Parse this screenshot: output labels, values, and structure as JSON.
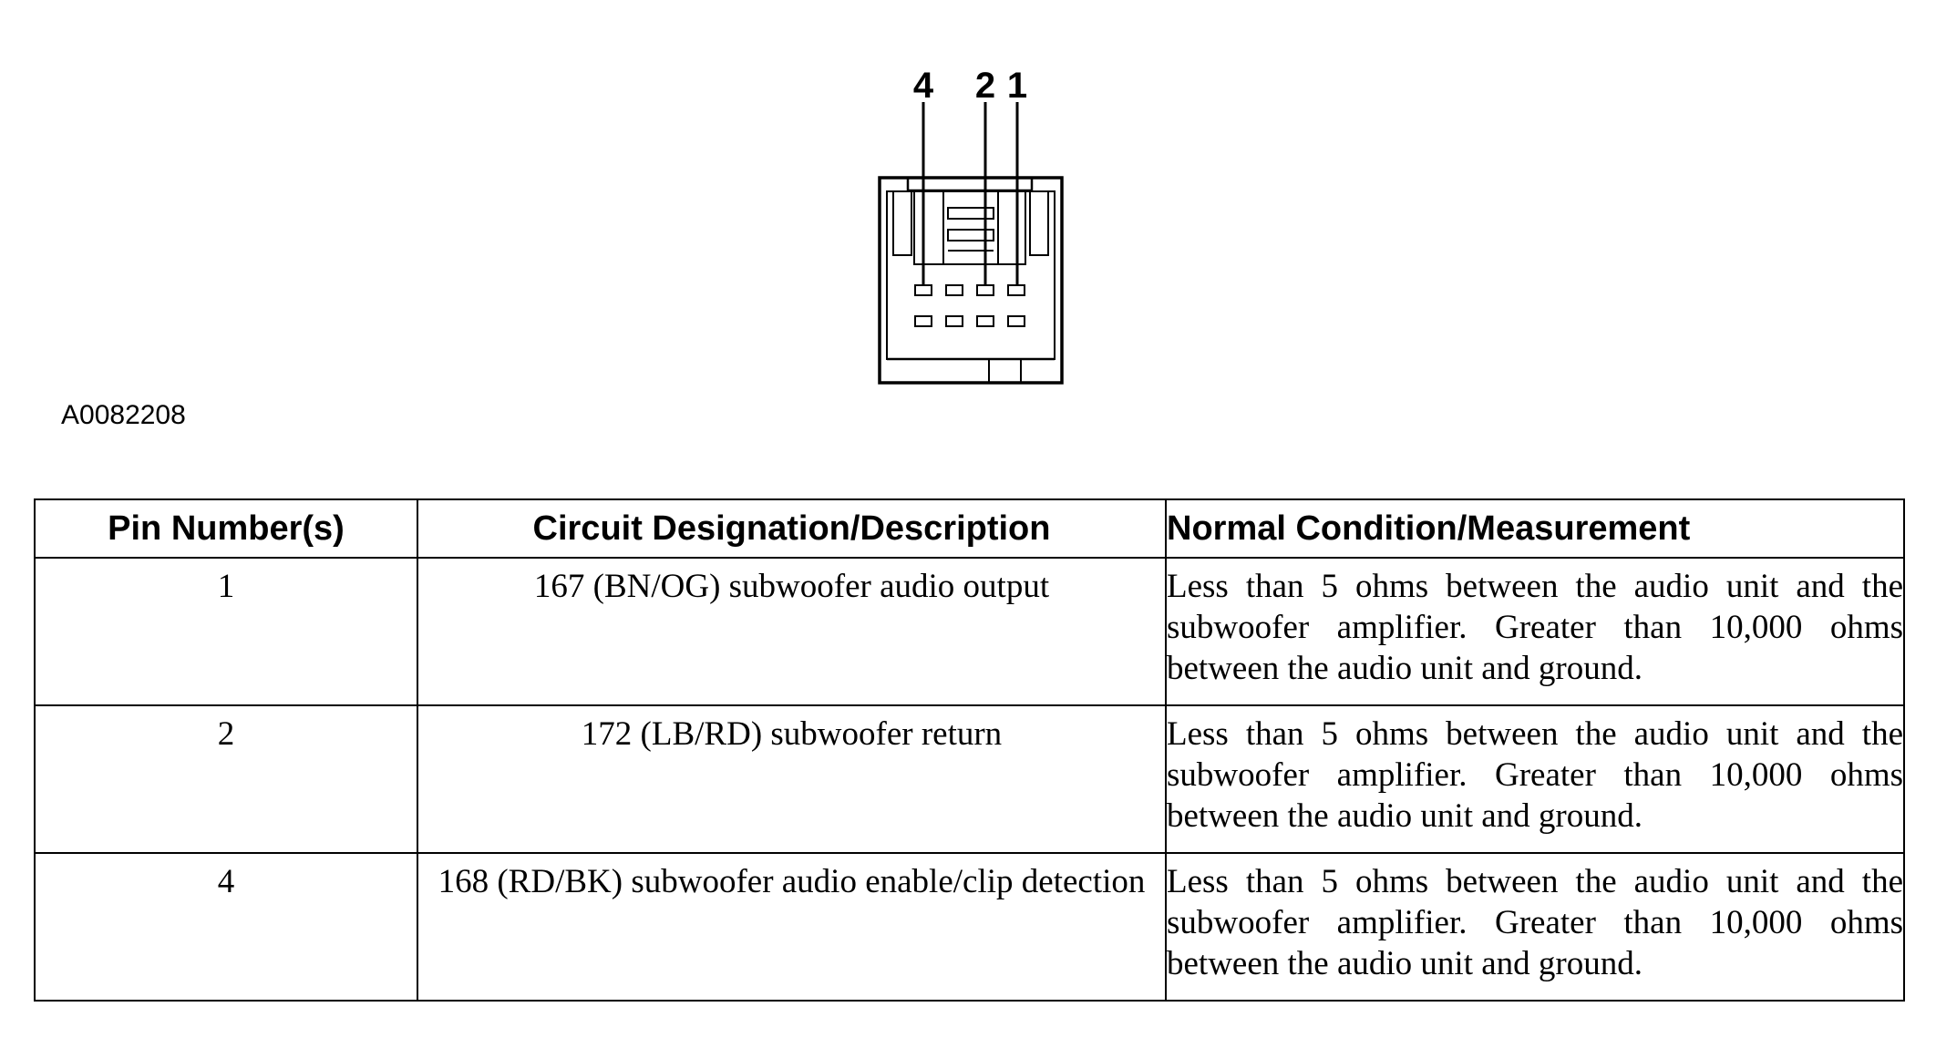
{
  "diagram": {
    "figure_id": "A0082208",
    "pin_labels": [
      "4",
      "2",
      "1"
    ]
  },
  "table": {
    "headers": [
      "Pin Number(s)",
      "Circuit Designation/Description",
      "Normal Condition/Measurement"
    ],
    "rows": [
      {
        "pin": "1",
        "circuit": "167 (BN/OG) subwoofer audio output",
        "condition": "Less than 5 ohms between the audio unit and the subwoofer amplifier. Greater than 10,000 ohms between the audio unit and ground."
      },
      {
        "pin": "2",
        "circuit": "172 (LB/RD) subwoofer return",
        "condition": "Less than 5 ohms between the audio unit and the subwoofer amplifier. Greater than 10,000 ohms between the audio unit and ground."
      },
      {
        "pin": "4",
        "circuit": "168 (RD/BK) subwoofer audio enable/clip detection",
        "condition": "Less than 5 ohms between the audio unit and the subwoofer amplifier. Greater than 10,000 ohms between the audio unit and ground."
      }
    ]
  }
}
